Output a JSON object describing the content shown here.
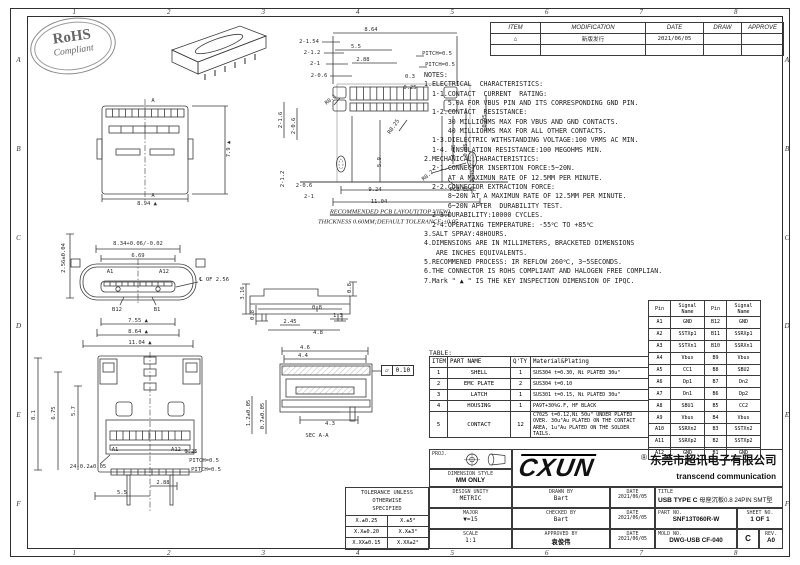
{
  "sheet": {
    "zones_h": [
      "1",
      "2",
      "3",
      "4",
      "5",
      "6",
      "7",
      "8"
    ],
    "zones_v": [
      "A",
      "B",
      "C",
      "D",
      "E",
      "F"
    ]
  },
  "rohs": {
    "line1": "RoHS",
    "line2": "Compliant"
  },
  "revision_table": {
    "headers": [
      "ITEM",
      "MODIFICATION",
      "DATE",
      "DRAW",
      "APPROVE"
    ],
    "rows": [
      [
        "△",
        "新版发行",
        "2021/06/05",
        "",
        ""
      ],
      [
        "",
        "",
        "",
        "",
        ""
      ]
    ]
  },
  "notes": [
    "NOTES:",
    "1.ELECTRICAL  CHARACTERISTICS:",
    "  1-1.CONTACT  CURRENT  RATING:",
    "      5.0A FOR VBUS PIN AND ITS CORRESPONDING GND PIN.",
    "  1-2.CONTACT  RESISTANCE:",
    "      30 MILLIOHMS MAX FOR VBUS AND GND CONTACTS.",
    "      40 MILLIOHMS MAX FOR ALL OTHER CONTACTS.",
    "  1-3.DIELECTRIC WITHSTANDING VOLTAGE:100 VRMS AC MIN.",
    "  1-4. INSULATION RESISTANCE:100 MEGOHMS MIN.",
    "2.MECHANICAL CHARACTERISTICS:",
    "  2-1.CONNECTOR INSERTION FORCE:5~20N.",
    "      AT A MAXIMUN RATE OF 12.5MM PER MINUTE.",
    "  2-2.CONNECTOR EXTRACTION FORCE:",
    "      8~20N AT A MAXIMUN RATE OF 12.5MM PER MINUTE.",
    "      6~20N AFTER  DURABILITY TEST.",
    "  2-3.DURABILITY:10000 CYCLES.",
    "  2-4.OPERATING TEMPERATURE: -55℃ TO +85℃",
    "3.SALT SPRAY:48HOURS.",
    "4.DIMENSIONS ARE IN MILLIMETERS, BRACKETED DIMENSIONS",
    "   ARE INCHES EQUIVALENTS.",
    "5.RECOMMENED PROCESS: IR REFLOW 260℃, 3~5SECONDS.",
    "6.THE CONNECTOR IS ROHS COMPLIANT AND HALOGEN FREE COMPLIAN.",
    "7.Mark \" ▲ \" IS THE KEY INSPECTION DIMENSION OF IPQC."
  ],
  "pin_table": {
    "headers": [
      "Pin",
      "Signal Name",
      "Pin",
      "Signal Name"
    ],
    "rows": [
      [
        "A1",
        "GND",
        "B12",
        "GND"
      ],
      [
        "A2",
        "SSTXp1",
        "B11",
        "SSRXp1"
      ],
      [
        "A3",
        "SSTXn1",
        "B10",
        "SSRXn1"
      ],
      [
        "A4",
        "Vbus",
        "B9",
        "Vbus"
      ],
      [
        "A5",
        "CC1",
        "B8",
        "SBU2"
      ],
      [
        "A6",
        "Dp1",
        "B7",
        "Dn2"
      ],
      [
        "A7",
        "Dn1",
        "B6",
        "Dp2"
      ],
      [
        "A8",
        "SBU1",
        "B5",
        "CC2"
      ],
      [
        "A9",
        "Vbus",
        "B4",
        "Vbus"
      ],
      [
        "A10",
        "SSRXn2",
        "B3",
        "SSTXn2"
      ],
      [
        "A11",
        "SSRXp2",
        "B2",
        "SSTXp2"
      ],
      [
        "A12",
        "GND",
        "B1",
        "GND"
      ]
    ]
  },
  "parts_table": {
    "label": "TABLE:",
    "headers": [
      "ITEM",
      "PART NAME",
      "Q'TY",
      "Material&Plating"
    ],
    "rows": [
      [
        "1",
        "SHELL",
        "1",
        "SUS304 t=0.30, Ni PLATED 30u\""
      ],
      [
        "2",
        "EMC PLATE",
        "2",
        "SUS304 t=0.10"
      ],
      [
        "3",
        "LATCH",
        "1",
        "SUS301 t=0.15, Ni PLATED 30u\""
      ],
      [
        "4",
        "HOUSING",
        "1",
        "PA9T+30%G.F, HF BLACK"
      ],
      [
        "5",
        "CONTACT",
        "12",
        "C7025 t=0.12,Ni 50u\" UNDER PLATED OVER. 30u\"Au PLATED ON THE CONTACT AREA, 1u\"Au PLATED ON THE SOLDER TAILS."
      ]
    ]
  },
  "tolerance_table": {
    "header": "TOLERANCE UNLESS\nOTHERWISE\nSPECIFIED",
    "rows": [
      [
        "X.±0.25",
        "X.±5°"
      ],
      [
        "X.X±0.20",
        "X.X±3°"
      ],
      [
        "X.XX±0.15",
        "X.XX±2°"
      ]
    ]
  },
  "title_block": {
    "proj_label": "PROJ.",
    "dimension_style_label": "DIMENSION STYLE",
    "dimension_style_value": "MM ONLY",
    "logo_text": "CXUN",
    "registered_mark": "®",
    "company_cn": "东莞市超讯电子有限公司",
    "company_en": "transcend communication",
    "design_unity_label": "DESIGN UNITY",
    "design_unity_value": "METRIC",
    "major_label": "MAJOR",
    "major_value": "▼=15",
    "scale_label": "SCALE",
    "scale_value": "1:1",
    "drawn_by_label": "DRAWN BY",
    "drawn_by": "Bart",
    "drawn_date_label": "DATE",
    "drawn_date": "2021/06/05",
    "checked_by_label": "CHECKED BY",
    "checked_by": "Bart",
    "checked_date_label": "DATE",
    "checked_date": "2021/06/05",
    "approved_by_label": "APPROVED BY",
    "approved_by": "袁俊伟",
    "approved_date_label": "DATE",
    "approved_date": "2021/06/05",
    "title_label": "TITLE",
    "title_value_1": "USB TYPE C",
    "title_value_2": " 母座沉板0.8 24PIN SMT型",
    "part_no_label": "PART NO.",
    "part_no": "SNF13T060R-W",
    "sheet_no_label": "SHEET NO.",
    "sheet_no": "1 OF 1",
    "mold_no_label": "MOLD NO.",
    "mold_no": "DWG-USB CF-040",
    "size_code": "C",
    "rev_label": "REV.",
    "rev": "A0"
  },
  "captions": {
    "flatness_symbol": "▱",
    "flatness_value": "0.10"
  },
  "annotations": [
    [
      "A",
      153,
      101
    ],
    [
      "A",
      153,
      196
    ],
    [
      "8.94 ▲",
      147,
      204
    ],
    [
      "7.9 ▲",
      229,
      149,
      -90
    ],
    [
      "2.56±0.04",
      64,
      258,
      -90
    ],
    [
      "8.34+0.06/-0.02",
      138,
      244
    ],
    [
      "6.69",
      138,
      256
    ],
    [
      "A1",
      110,
      272
    ],
    [
      "A12",
      164,
      272
    ],
    [
      "℄ OF 2.56",
      214,
      280
    ],
    [
      "B12",
      117,
      310
    ],
    [
      "B1",
      157,
      310
    ],
    [
      "7.55 ▲",
      138,
      321
    ],
    [
      "8.64 ▲",
      138,
      332
    ],
    [
      "11.04 ▲",
      140,
      343
    ],
    [
      "8.1",
      34,
      415,
      -90
    ],
    [
      "6.75",
      54,
      413,
      -90
    ],
    [
      "5.7",
      74,
      411,
      -90
    ],
    [
      "24-0.2±0.05",
      88,
      467
    ],
    [
      "A1",
      115,
      450
    ],
    [
      "A12",
      176,
      450
    ],
    [
      "0.25",
      191,
      452
    ],
    [
      "PITCH=0.5",
      204,
      461
    ],
    [
      "PITCH=0.5",
      206,
      470
    ],
    [
      "2.88",
      163,
      483
    ],
    [
      "5.5",
      122,
      493
    ],
    [
      "3.16",
      243,
      293,
      -90
    ],
    [
      "0.8",
      350,
      288,
      -90
    ],
    [
      "0.8",
      253,
      315,
      -90
    ],
    [
      "0.8",
      317,
      308
    ],
    [
      "2.45",
      290,
      322
    ],
    [
      "1.3",
      338,
      316
    ],
    [
      "4.8",
      318,
      333
    ],
    [
      "4.6",
      305,
      348
    ],
    [
      "4.4",
      303,
      356
    ],
    [
      "4.3",
      330,
      424
    ],
    [
      "SEC A-A",
      317,
      436
    ],
    [
      "1.2±0.05",
      249,
      413,
      -90
    ],
    [
      "0.7±0.05",
      263,
      416,
      -90
    ],
    [
      "8.64",
      371,
      30
    ],
    [
      "5.5",
      356,
      47
    ],
    [
      "2.88",
      363,
      60
    ],
    [
      "2-1.54",
      309,
      42
    ],
    [
      "2-1.2",
      312,
      53
    ],
    [
      "2-1",
      315,
      64
    ],
    [
      "2-0.6",
      319,
      76
    ],
    [
      "PITCH=0.5",
      437,
      54
    ],
    [
      "PITCH=0.5",
      440,
      65
    ],
    [
      "0.3",
      410,
      77
    ],
    [
      "0.25",
      410,
      88
    ],
    [
      "2-1.6",
      281,
      120,
      -90
    ],
    [
      "2-0.6",
      294,
      126,
      -90
    ],
    [
      "R0.1",
      331,
      100,
      -40
    ],
    [
      "R0.25",
      394,
      127,
      -55
    ],
    [
      "5.9",
      380,
      162,
      -90
    ],
    [
      "4.85",
      454,
      151,
      -90
    ],
    [
      "0.85",
      466,
      150,
      -90
    ],
    [
      "0.95",
      485,
      121,
      -90
    ],
    [
      "2.45",
      473,
      176,
      -90
    ],
    [
      "R0.2",
      428,
      176,
      -40
    ],
    [
      "2-1.2",
      283,
      179,
      -90
    ],
    [
      "2-0.6",
      304,
      186
    ],
    [
      "2-1",
      309,
      197
    ],
    [
      "9.24",
      375,
      190
    ],
    [
      "11.04",
      379,
      202
    ],
    [
      "PCB EDGE",
      463,
      190
    ],
    [
      "RECOMMENDED PCB LAYOUT(TOP VIEW)",
      390,
      212,
      0,
      "capu"
    ],
    [
      "THICKNESS 0.60MM;DEFAULT TOLERANCE:±0.05",
      388,
      222,
      0,
      "cap"
    ]
  ]
}
